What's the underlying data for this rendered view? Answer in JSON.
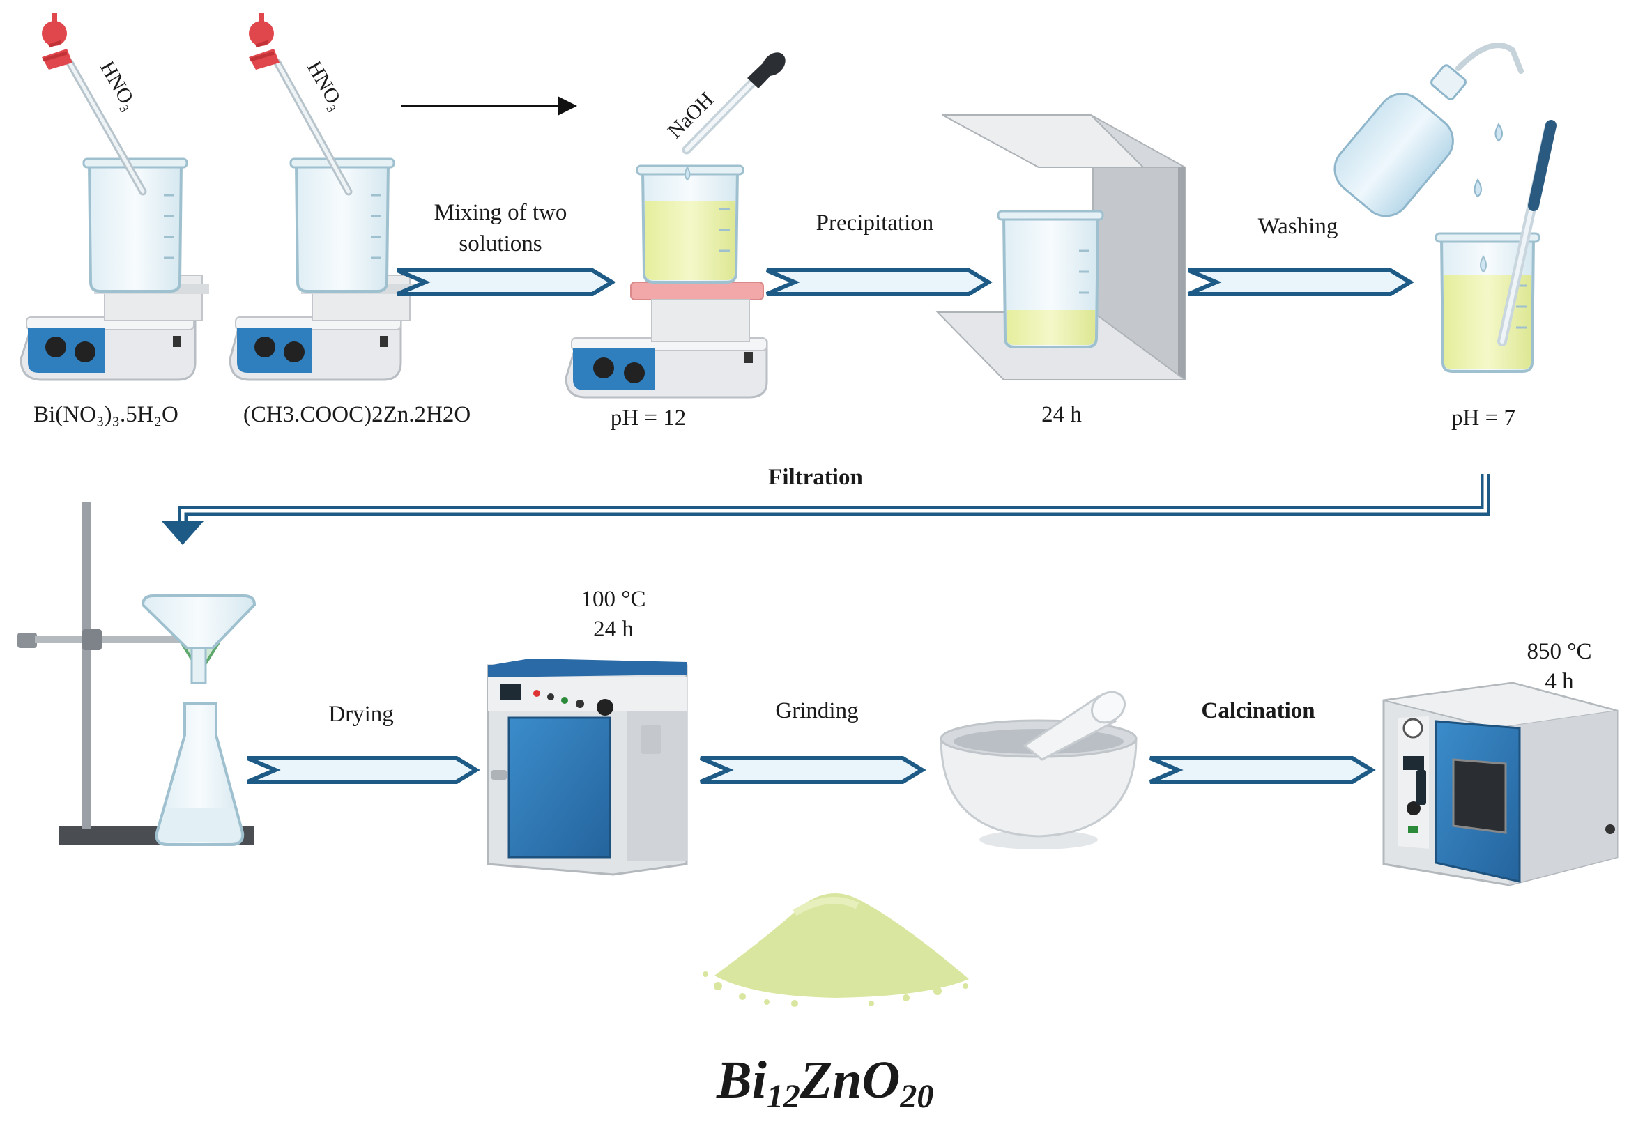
{
  "colors": {
    "arrow_outline": "#1d5a86",
    "arrow_fill": "#eaf5fb",
    "device_blue": "#2f7fbf",
    "solution_yellow": "#eef3b4",
    "powder": "#d9e6a0",
    "hotplate_red": "#f2a8a8",
    "pipette_red": "#e0474c"
  },
  "labels": {
    "reagent_1": "Bi(NO₃)₃.5H₂O",
    "reagent_2": "(CH3.COOC)2Zn.2H2O",
    "hno3_1": "HNO₃",
    "hno3_2": "HNO₃",
    "naoh": "NaOH",
    "ph_12": "pH = 12",
    "time_24h": "24 h",
    "ph_7": "pH = 7",
    "drying_temp": "100 °C",
    "drying_time": "24 h",
    "calc_temp": "850 °C",
    "calc_time": "4 h"
  },
  "steps": {
    "mixing_line1": "Mixing of two",
    "mixing_line2": "solutions",
    "precipitation": "Precipitation",
    "washing": "Washing",
    "filtration": "Filtration",
    "drying": "Drying",
    "grinding": "Grinding",
    "calcination": "Calcination"
  },
  "product": {
    "base": "Bi",
    "sub1": "12",
    "mid": "ZnO",
    "sub2": "20"
  },
  "icons": [
    "beaker-icon",
    "hotplate-stirrer-icon",
    "pipette-icon",
    "dropper-icon",
    "fume-hood-icon",
    "wash-bottle-icon",
    "ph-meter-icon",
    "filtration-stand-icon",
    "drying-oven-icon",
    "mortar-pestle-icon",
    "furnace-icon",
    "powder-pile-icon"
  ]
}
